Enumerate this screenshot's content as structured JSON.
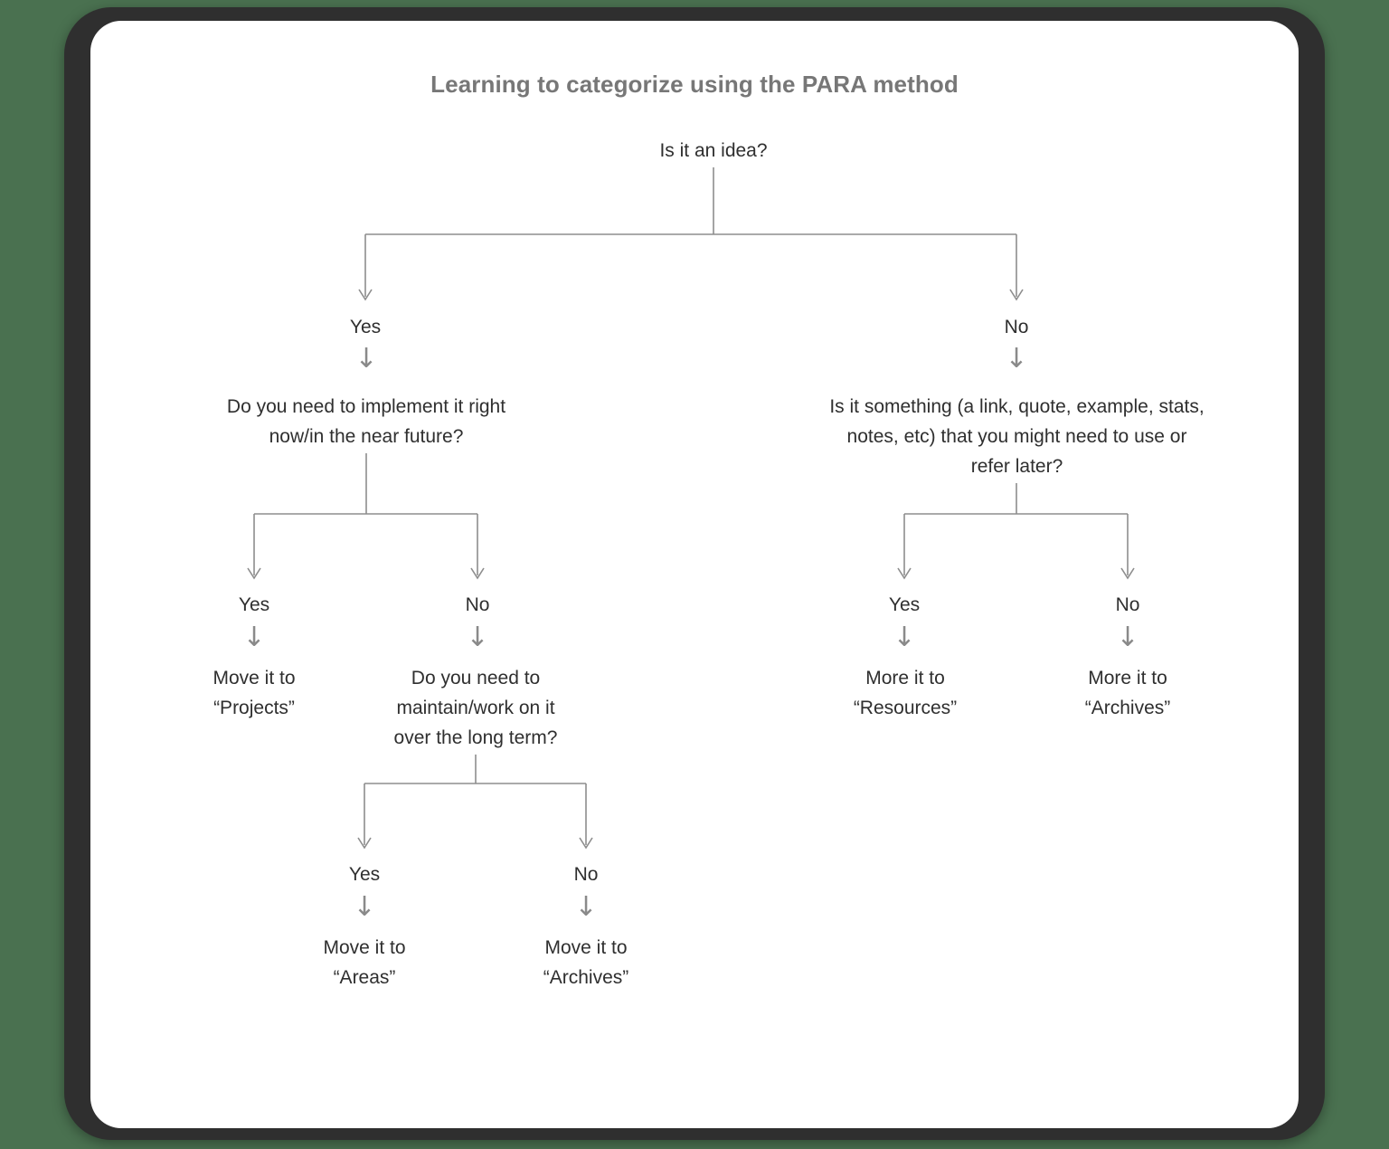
{
  "theme": {
    "page_background": "#4a7150",
    "frame_color": "#2f2f2f",
    "screen_background": "#ffffff",
    "title_color": "#777777",
    "text_color": "#2f2f2f",
    "connector_color": "#8d8d8d"
  },
  "title": "Learning to categorize using the PARA method",
  "arrow_glyph": "↓",
  "chart_data": {
    "type": "diagram",
    "diagram_kind": "decision-tree-flowchart",
    "title": "Learning to categorize using the PARA method",
    "nodes": [
      {
        "id": "root",
        "text": "Is it an idea?"
      },
      {
        "id": "q-implement",
        "text": "Do you need to implement it right\nnow/in the near future?"
      },
      {
        "id": "q-reference",
        "text": "Is it something (a link, quote, example, stats,\nnotes, etc) that you might need to use or\nrefer later?"
      },
      {
        "id": "q-maintain",
        "text": "Do you need to\nmaintain/work on it\nover the long term?"
      },
      {
        "id": "leaf-projects",
        "text": "Move it to\n“Projects”"
      },
      {
        "id": "leaf-areas",
        "text": "Move it to\n“Areas”"
      },
      {
        "id": "leaf-archives-1",
        "text": "Move it to\n“Archives”"
      },
      {
        "id": "leaf-resources",
        "text": "More it to\n“Resources”"
      },
      {
        "id": "leaf-archives-2",
        "text": "More it to\n“Archives”"
      }
    ],
    "edges": [
      {
        "from": "root",
        "label": "Yes",
        "to": "q-implement"
      },
      {
        "from": "root",
        "label": "No",
        "to": "q-reference"
      },
      {
        "from": "q-implement",
        "label": "Yes",
        "to": "leaf-projects"
      },
      {
        "from": "q-implement",
        "label": "No",
        "to": "q-maintain"
      },
      {
        "from": "q-maintain",
        "label": "Yes",
        "to": "leaf-areas"
      },
      {
        "from": "q-maintain",
        "label": "No",
        "to": "leaf-archives-1"
      },
      {
        "from": "q-reference",
        "label": "Yes",
        "to": "leaf-resources"
      },
      {
        "from": "q-reference",
        "label": "No",
        "to": "leaf-archives-2"
      }
    ]
  },
  "nodes": {
    "root": "Is it an idea?",
    "q_implement": "Do you need to implement it right\nnow/in the near future?",
    "q_reference": "Is it something (a link, quote, example, stats,\nnotes, etc) that you might need to use or\nrefer later?",
    "q_maintain": "Do you need to\nmaintain/work on it\nover the long term?",
    "leaf_projects": "Move it to\n“Projects”",
    "leaf_areas": "Move it to\n“Areas”",
    "leaf_archives_left": "Move it to\n“Archives”",
    "leaf_resources": "More it to\n“Resources”",
    "leaf_archives_right": "More it to\n“Archives”"
  },
  "labels": {
    "root_yes": "Yes",
    "root_no": "No",
    "implement_yes": "Yes",
    "implement_no": "No",
    "maintain_yes": "Yes",
    "maintain_no": "No",
    "reference_yes": "Yes",
    "reference_no": "No"
  }
}
